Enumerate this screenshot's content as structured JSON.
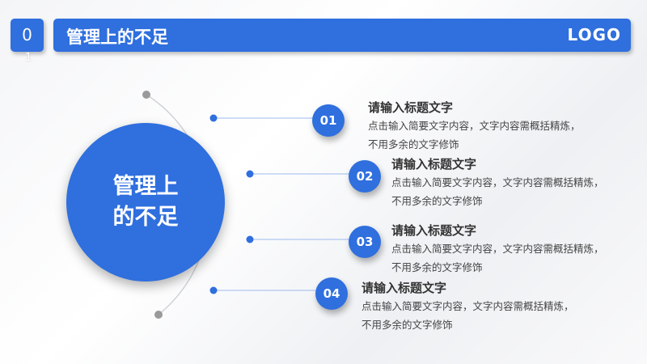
{
  "header": {
    "num_top": "0",
    "num_bottom": "1",
    "title": "管理上的不足",
    "logo": "LOGO"
  },
  "center": {
    "line1": "管理上",
    "line2": "的不足"
  },
  "items": [
    {
      "num": "01",
      "title": "请输入标题文字",
      "desc1": "点击输入简要文字内容，文字内容需概括精炼，",
      "desc2": "不用多余的文字修饰"
    },
    {
      "num": "02",
      "title": "请输入标题文字",
      "desc1": "点击输入简要文字内容，文字内容需概括精炼，",
      "desc2": "不用多余的文字修饰"
    },
    {
      "num": "03",
      "title": "请输入标题文字",
      "desc1": "点击输入简要文字内容，文字内容需概括精炼，",
      "desc2": "不用多余的文字修饰"
    },
    {
      "num": "04",
      "title": "请输入标题文字",
      "desc1": "点击输入简要文字内容，文字内容需概括精炼，",
      "desc2": "不用多余的文字修饰"
    }
  ]
}
